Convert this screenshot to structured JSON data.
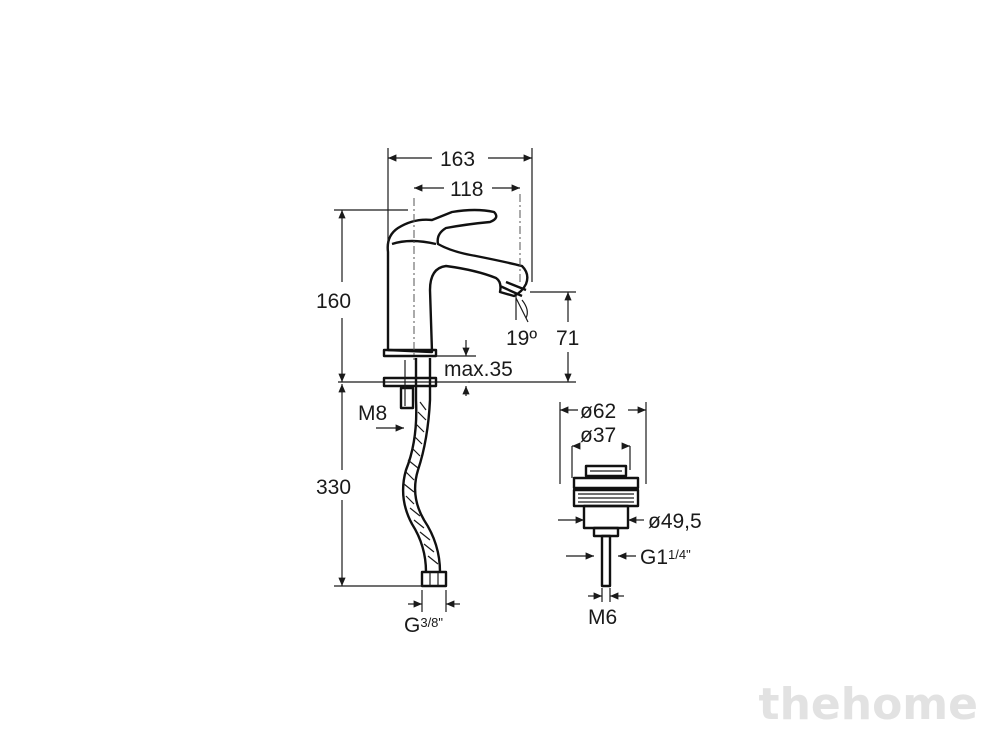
{
  "faucet": {
    "width_total": "163",
    "spout_reach": "118",
    "height_total": "160",
    "spout_height": "71",
    "spout_angle": "19º",
    "deck_max": "max.35",
    "stud_thread": "M8",
    "hose_length": "330",
    "hose_connection_main": "G",
    "hose_connection_frac": "3/8\""
  },
  "waste": {
    "dia_outer": "ø62",
    "dia_inner": "ø37",
    "dia_body": "ø49,5",
    "thread_main": "G1",
    "thread_frac": "1/4\"",
    "rod_thread": "M6"
  },
  "brand": {
    "watermark": "thehome"
  }
}
